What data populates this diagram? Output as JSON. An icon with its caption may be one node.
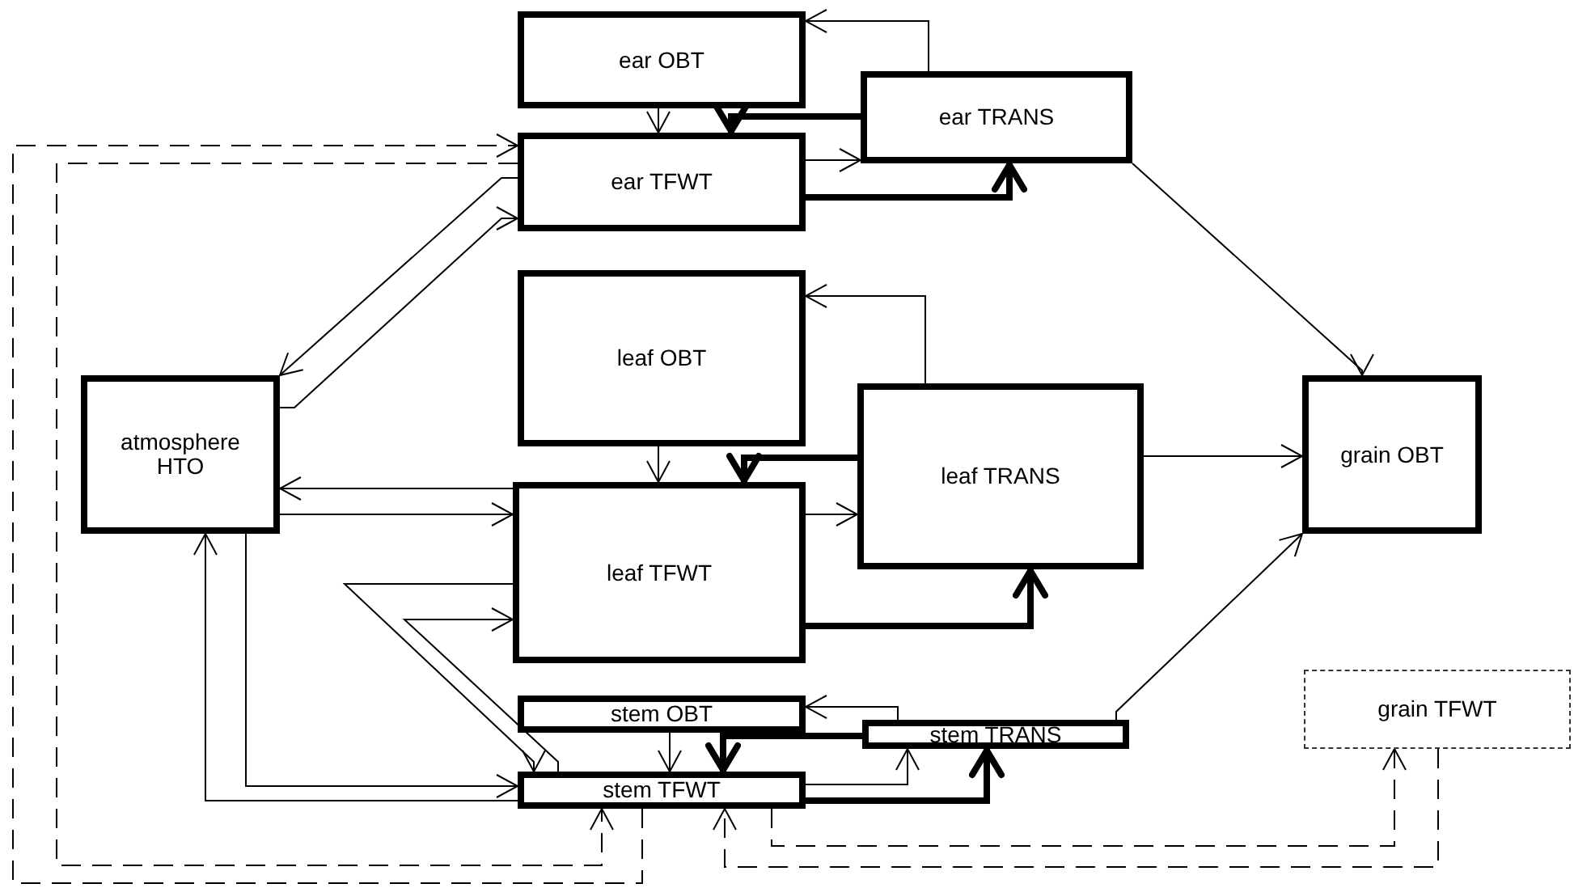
{
  "diagram": {
    "nodes": [
      {
        "text": [
          "ear OBT"
        ]
      },
      {
        "text": [
          "ear TRANS"
        ]
      },
      {
        "text": [
          "ear TFWT"
        ]
      },
      {
        "text": [
          "atmosphere HTO"
        ]
      },
      {
        "text": [
          "leaf OBT"
        ]
      },
      {
        "text": [
          "leaf TRANS"
        ]
      },
      {
        "text": [
          "grain OBT"
        ]
      },
      {
        "text": [
          "leaf TFWT"
        ]
      },
      {
        "text": [
          "stem OBT"
        ]
      },
      {
        "text": [
          "stem TRANS"
        ]
      },
      {
        "text": [
          "stem TFWT"
        ]
      },
      {
        "text": [
          "grain TFWT"
        ]
      }
    ],
    "edges": [
      {
        "from": 1,
        "to": 0,
        "arrow": "to"
      },
      {
        "from": 0,
        "to": 2,
        "arrow": "to"
      },
      {
        "from": 1,
        "to": 2,
        "arrow": "to",
        "style": "thick"
      },
      {
        "from": 2,
        "to": 1,
        "arrow": "to"
      },
      {
        "from": 2,
        "to": 1,
        "arrow": "to",
        "style": "thick"
      },
      {
        "from": 2,
        "to": 3,
        "arrow": "to"
      },
      {
        "from": 3,
        "to": 2,
        "arrow": "to"
      },
      {
        "from": 7,
        "to": 3,
        "arrow": "to"
      },
      {
        "from": 3,
        "to": 7,
        "arrow": "to"
      },
      {
        "from": 7,
        "to": 10,
        "arrow": "to"
      },
      {
        "from": 10,
        "to": 7,
        "arrow": "to"
      },
      {
        "from": 10,
        "to": 3,
        "arrow": "to"
      },
      {
        "from": 3,
        "to": 10,
        "arrow": "to"
      },
      {
        "from": 10,
        "to": 2,
        "arrow": "to",
        "style": "dashed"
      },
      {
        "from": 2,
        "to": 10,
        "arrow": "to",
        "style": "dashed"
      },
      {
        "from": 10,
        "to": 11,
        "arrow": "to",
        "style": "dashed"
      },
      {
        "from": 11,
        "to": 10,
        "arrow": "to",
        "style": "dashed"
      },
      {
        "from": 5,
        "to": 4,
        "arrow": "to"
      },
      {
        "from": 4,
        "to": 7,
        "arrow": "to"
      },
      {
        "from": 5,
        "to": 7,
        "arrow": "to",
        "style": "thick"
      },
      {
        "from": 7,
        "to": 5,
        "arrow": "to"
      },
      {
        "from": 7,
        "to": 5,
        "arrow": "to",
        "style": "thick"
      },
      {
        "from": 5,
        "to": 6,
        "arrow": "to"
      },
      {
        "from": 1,
        "to": 6,
        "arrow": "to"
      },
      {
        "from": 9,
        "to": 6,
        "arrow": "to"
      },
      {
        "from": 9,
        "to": 8,
        "arrow": "to"
      },
      {
        "from": 8,
        "to": 10,
        "arrow": "to"
      },
      {
        "from": 9,
        "to": 10,
        "arrow": "to",
        "style": "thick"
      },
      {
        "from": 10,
        "to": 9,
        "arrow": "to"
      },
      {
        "from": 10,
        "to": 9,
        "arrow": "to",
        "style": "thick"
      }
    ]
  }
}
